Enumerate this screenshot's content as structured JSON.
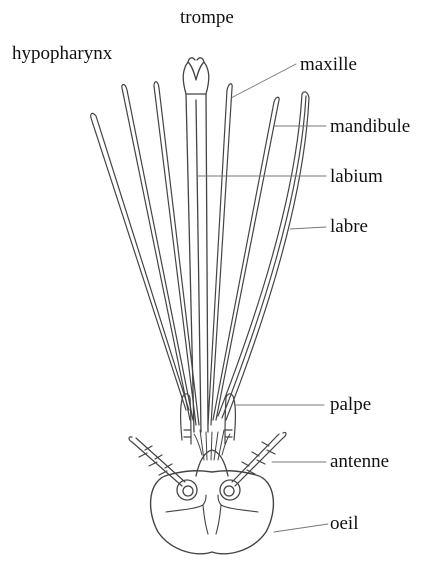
{
  "diagram": {
    "labels": {
      "trompe": "trompe",
      "hypopharynx": "hypopharynx",
      "maxille": "maxille",
      "mandibule": "mandibule",
      "labium": "labium",
      "labre": "labre",
      "palpe": "palpe",
      "antenne": "antenne",
      "oeil": "oeil"
    },
    "colors": {
      "line": "#444444",
      "text": "#111111",
      "background": "#ffffff"
    }
  }
}
